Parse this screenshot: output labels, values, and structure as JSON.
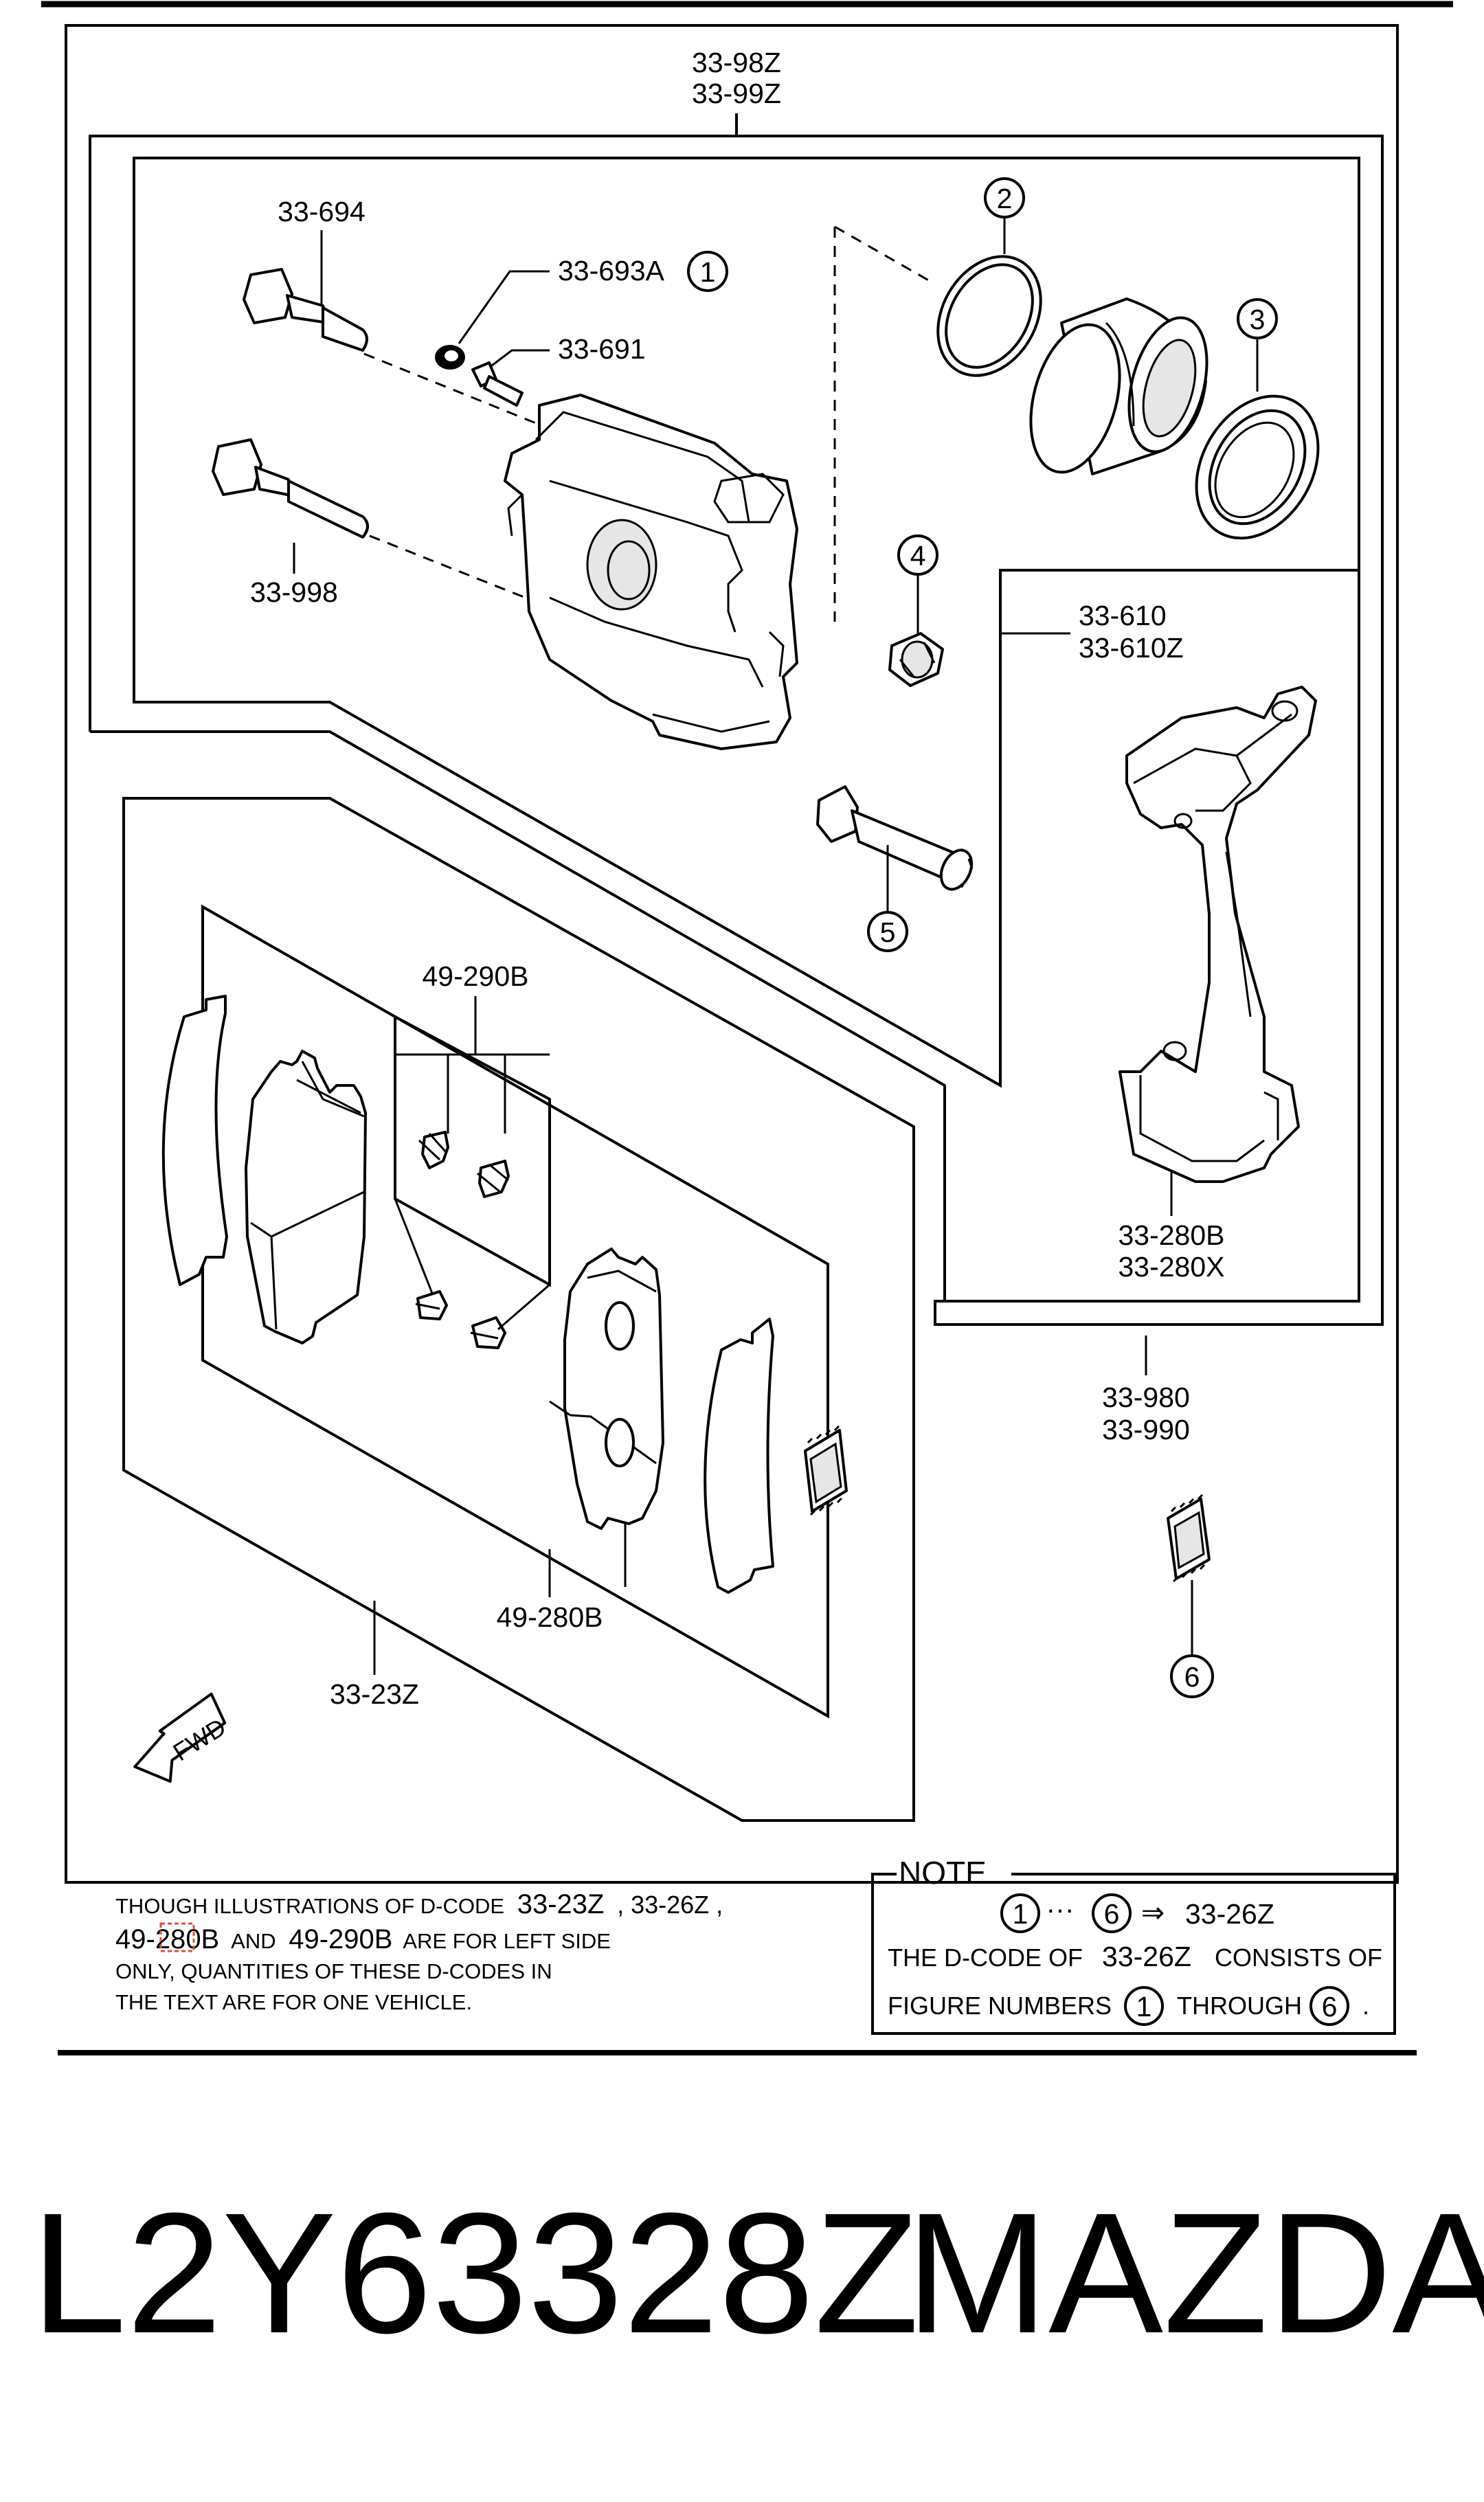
{
  "labels": {
    "assembly_top_1": "33-98Z",
    "assembly_top_2": "33-99Z",
    "bolt_upper": "33-694",
    "cap": "33-693A",
    "bleeder": "33-691",
    "bolt_lower": "33-998",
    "bracket_set_1": "33-610",
    "bracket_set_2": "33-610Z",
    "bracket_1": "33-280B",
    "bracket_2": "33-280X",
    "grease_1": "33-980",
    "grease_2": "33-990",
    "clips": "49-290B",
    "pads": "49-280B",
    "pad_kit": "33-23Z",
    "fwd": "FWD"
  },
  "callouts": [
    "1",
    "2",
    "3",
    "4",
    "5",
    "6"
  ],
  "note_left": {
    "line1_a": "THOUGH  ILLUSTRATIONS  OF  D-CODE",
    "line1_b": "33-23Z",
    "line1_c": ", 33-26Z  ,",
    "line2_a": "49-28",
    "line2_b": "0B",
    "line2_c": "AND",
    "line2_d": "49-290B",
    "line2_e": "ARE FOR  LEFT  SIDE",
    "line3": "ONLY, QUANTITIES  OF  THESE  D-CODES  IN",
    "line4": "THE  TEXT  ARE  FOR  ONE  VEHICLE."
  },
  "note_box": {
    "title": "NOTE",
    "range_mid": "···",
    "arrow": "⇒",
    "code": "33-26Z",
    "line2_a": "THE D-CODE OF",
    "line2_b": "33-26Z",
    "line2_c": "CONSISTS OF",
    "line3_a": "FIGURE NUMBERS",
    "line3_b": "THROUGH",
    "line3_c": "."
  },
  "footer": {
    "part_number": "L2Y63328Z",
    "brand": "MAZDA"
  }
}
